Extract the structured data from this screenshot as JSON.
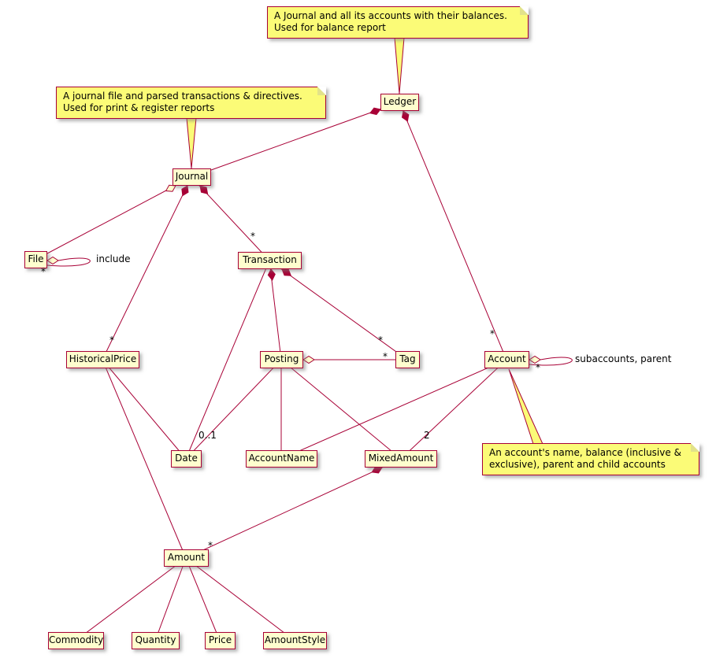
{
  "diagram": {
    "type": "uml-class-diagram",
    "classes": {
      "ledger": "Ledger",
      "journal": "Journal",
      "file": "File",
      "transaction": "Transaction",
      "historical_price": "HistoricalPrice",
      "posting": "Posting",
      "tag": "Tag",
      "account": "Account",
      "date": "Date",
      "account_name": "AccountName",
      "mixed_amount": "MixedAmount",
      "amount": "Amount",
      "commodity": "Commodity",
      "quantity": "Quantity",
      "price": "Price",
      "amount_style": "AmountStyle"
    },
    "notes": {
      "ledger": "A Journal and all its accounts with their balances.\nUsed for balance report",
      "journal": "A journal file and parsed transactions & directives.\nUsed for print & register reports",
      "account": "An account's name, balance (inclusive &\nexclusive), parent and child accounts"
    },
    "edge_labels": {
      "include": "include",
      "subaccounts_parent": "subaccounts, parent",
      "many": "*",
      "zero_or_one": "0..1",
      "two": "2"
    },
    "colors": {
      "class_background": "#FEFECE",
      "border": "#A80036",
      "note_background": "#FBFB77",
      "edge": "#A80036"
    },
    "relationships": [
      "Ledger *-- Journal",
      "Ledger *-- \"*\" Account",
      "Journal o-- \"*\" File",
      "File o-- \"*\" File : include",
      "Journal *-- \"*\" Transaction",
      "Journal *-- \"*\" HistoricalPrice",
      "Transaction *-- Posting",
      "Transaction *-- \"*\" Tag",
      "Transaction -- Date",
      "Posting o-- \"*\" Tag",
      "Posting -- \"0..1\" Date",
      "Posting -- AccountName",
      "Posting -- MixedAmount",
      "Account o-- \"*\" Account : subaccounts, parent",
      "Account -- AccountName",
      "Account -- \"2\" MixedAmount",
      "HistoricalPrice -- Date",
      "HistoricalPrice -- Amount",
      "MixedAmount *-- \"*\" Amount",
      "Amount -- Commodity",
      "Amount -- Quantity",
      "Amount -- Price",
      "Amount -- AmountStyle"
    ]
  }
}
